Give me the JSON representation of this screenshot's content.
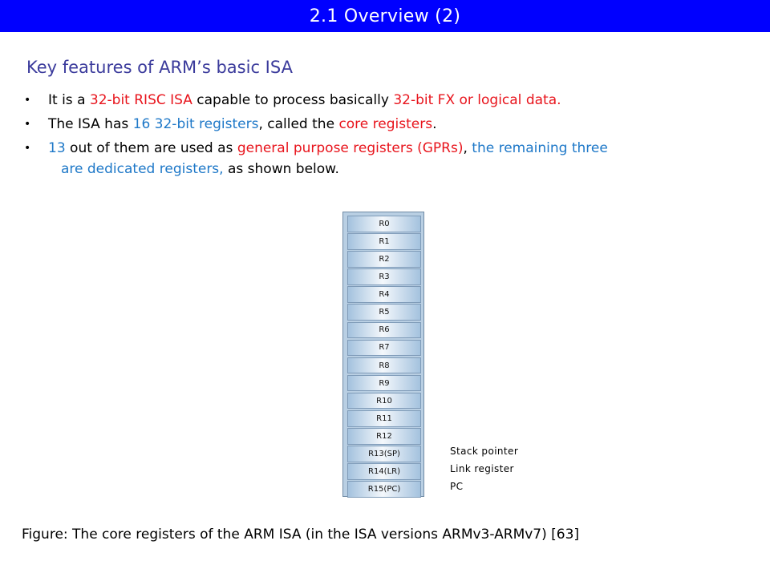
{
  "title": "2.1 Overview (2)",
  "subtitle": "Key features of ARM’s basic ISA",
  "bullet_mark": "•",
  "bullets": {
    "b1": {
      "t1": "It is a ",
      "t2": "32-bit RISC ISA",
      "t3": " capable to process basically ",
      "t4": "32-bit FX or logical data."
    },
    "b2": {
      "t1": "The ISA has ",
      "t2": "16 32-bit registers",
      "t3": ", called the ",
      "t4": "core registers",
      "t5": "."
    },
    "b3": {
      "t1": "13",
      "t2": " out of them are used as ",
      "t3": "general purpose registers (GPRs)",
      "t4": ", ",
      "t5": "the remaining three",
      "t6": "are dedicated registers,",
      "t7": " as shown below."
    }
  },
  "registers": [
    "R0",
    "R1",
    "R2",
    "R3",
    "R4",
    "R5",
    "R6",
    "R7",
    "R8",
    "R9",
    "R10",
    "R11",
    "R12",
    "R13(SP)",
    "R14(LR)",
    "R15(PC)"
  ],
  "register_notes": {
    "sp": "Stack pointer",
    "lr": "Link register",
    "pc": "PC"
  },
  "caption": "Figure: The core registers of the ARM ISA (in the ISA versions ARMv3-ARMv7) [63]",
  "colors": {
    "title_bar": "#0000ff",
    "subtitle": "#3b3b9c",
    "highlight_red": "#e8141c",
    "highlight_blue": "#1e78c8"
  }
}
